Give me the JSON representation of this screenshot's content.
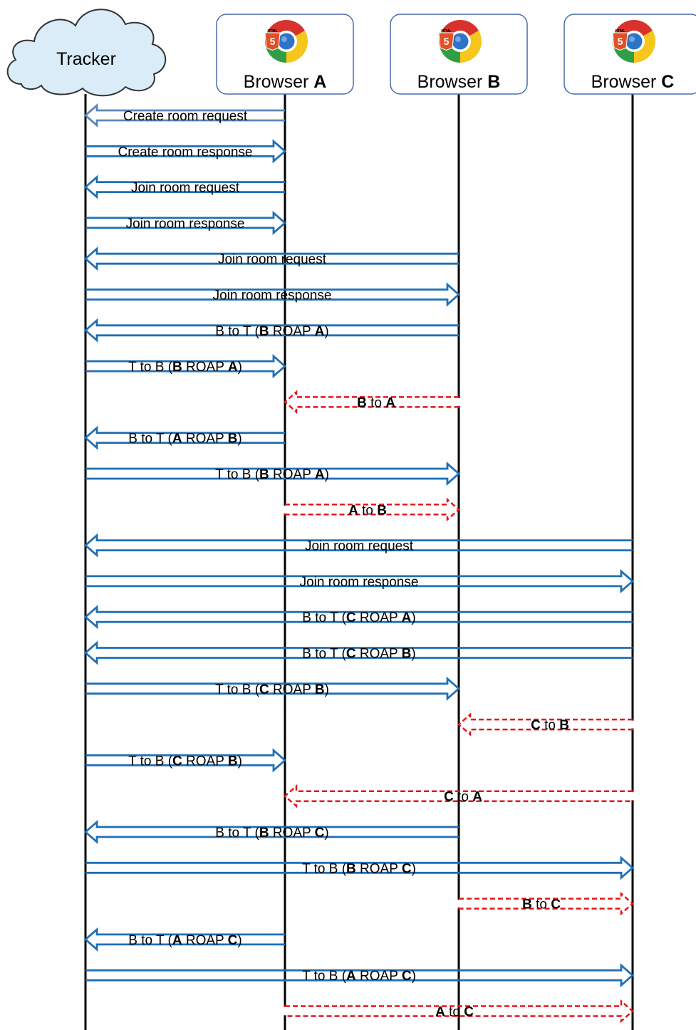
{
  "participants": [
    {
      "id": "T",
      "label": "Tracker",
      "shape": "cloud",
      "icon": "cloud-icon"
    },
    {
      "id": "A",
      "label": "Browser A",
      "label_plain": "Browser ",
      "label_bold": "A",
      "shape": "box",
      "icon": "chrome-html5-logo"
    },
    {
      "id": "B",
      "label": "Browser B",
      "label_plain": "Browser ",
      "label_bold": "B",
      "shape": "box",
      "icon": "chrome-html5-logo"
    },
    {
      "id": "C",
      "label": "Browser C",
      "label_plain": "Browser ",
      "label_bold": "C",
      "shape": "box",
      "icon": "chrome-html5-logo"
    }
  ],
  "colors": {
    "server_arrow": "#1f6fb5",
    "first_arrow": "#5b86b8",
    "p2p_arrow": "#e8141b",
    "lifeline": "#000000",
    "box_border": "#4a6da8",
    "cloud_fill": "#d9ecf7",
    "cloud_stroke": "#333333"
  },
  "messages": [
    {
      "from": "A",
      "to": "T",
      "type": "server",
      "text": "Create room request"
    },
    {
      "from": "T",
      "to": "A",
      "type": "server",
      "text": "Create room response"
    },
    {
      "from": "A",
      "to": "T",
      "type": "server",
      "text": "Join room request"
    },
    {
      "from": "T",
      "to": "A",
      "type": "server",
      "text": "Join room response"
    },
    {
      "from": "B",
      "to": "T",
      "type": "server",
      "text": "Join room request"
    },
    {
      "from": "T",
      "to": "B",
      "type": "server",
      "text": "Join room response"
    },
    {
      "from": "B",
      "to": "T",
      "type": "server",
      "text": "B to T (B ROAP A)",
      "parts": [
        [
          "B to T (",
          0
        ],
        [
          "B",
          1
        ],
        [
          " ROAP ",
          0
        ],
        [
          "A",
          1
        ],
        [
          ")",
          0
        ]
      ]
    },
    {
      "from": "T",
      "to": "A",
      "type": "server",
      "text": "T to B (B ROAP A)",
      "parts": [
        [
          "T to B (",
          0
        ],
        [
          "B",
          1
        ],
        [
          " ROAP ",
          0
        ],
        [
          "A",
          1
        ],
        [
          ")",
          0
        ]
      ]
    },
    {
      "from": "B",
      "to": "A",
      "type": "p2p",
      "text": "B to A",
      "parts": [
        [
          "B",
          1
        ],
        [
          " to ",
          0
        ],
        [
          "A",
          1
        ]
      ]
    },
    {
      "from": "A",
      "to": "T",
      "type": "server",
      "text": "B to T (A ROAP B)",
      "parts": [
        [
          "B to T (",
          0
        ],
        [
          "A",
          1
        ],
        [
          " ROAP ",
          0
        ],
        [
          "B",
          1
        ],
        [
          ")",
          0
        ]
      ]
    },
    {
      "from": "T",
      "to": "B",
      "type": "server",
      "text": "T to B (B ROAP A)",
      "parts": [
        [
          "T to B (",
          0
        ],
        [
          "B",
          1
        ],
        [
          " ROAP ",
          0
        ],
        [
          "A",
          1
        ],
        [
          ")",
          0
        ]
      ]
    },
    {
      "from": "A",
      "to": "B",
      "type": "p2p",
      "text": "A to B",
      "parts": [
        [
          "A",
          1
        ],
        [
          " to ",
          0
        ],
        [
          "B",
          1
        ]
      ]
    },
    {
      "from": "C",
      "to": "T",
      "type": "server",
      "text": "Join room request"
    },
    {
      "from": "T",
      "to": "C",
      "type": "server",
      "text": "Join room response"
    },
    {
      "from": "C",
      "to": "T",
      "type": "server",
      "text": "B to T (C ROAP A)",
      "parts": [
        [
          "B to T (",
          0
        ],
        [
          "C",
          1
        ],
        [
          " ROAP ",
          0
        ],
        [
          "A",
          1
        ],
        [
          ")",
          0
        ]
      ]
    },
    {
      "from": "C",
      "to": "T",
      "type": "server",
      "text": "B to T (C ROAP B)",
      "parts": [
        [
          "B to T (",
          0
        ],
        [
          "C",
          1
        ],
        [
          " ROAP ",
          0
        ],
        [
          "B",
          1
        ],
        [
          ")",
          0
        ]
      ]
    },
    {
      "from": "T",
      "to": "B",
      "type": "server",
      "text": "T to B (C ROAP B)",
      "parts": [
        [
          "T to B (",
          0
        ],
        [
          "C",
          1
        ],
        [
          " ROAP ",
          0
        ],
        [
          "B",
          1
        ],
        [
          ")",
          0
        ]
      ]
    },
    {
      "from": "C",
      "to": "B",
      "type": "p2p",
      "text": "C to B",
      "parts": [
        [
          "C",
          1
        ],
        [
          " to ",
          0
        ],
        [
          "B",
          1
        ]
      ]
    },
    {
      "from": "T",
      "to": "A",
      "type": "server",
      "text": "T to B (C ROAP B)",
      "parts": [
        [
          "T to B (",
          0
        ],
        [
          "C",
          1
        ],
        [
          " ROAP ",
          0
        ],
        [
          "B",
          1
        ],
        [
          ")",
          0
        ]
      ]
    },
    {
      "from": "C",
      "to": "A",
      "type": "p2p",
      "text": "C to A",
      "parts": [
        [
          "C",
          1
        ],
        [
          " to ",
          0
        ],
        [
          "A",
          1
        ]
      ]
    },
    {
      "from": "B",
      "to": "T",
      "type": "server",
      "text": "B to T (B ROAP C)",
      "parts": [
        [
          "B to T (",
          0
        ],
        [
          "B",
          1
        ],
        [
          " ROAP ",
          0
        ],
        [
          "C",
          1
        ],
        [
          ")",
          0
        ]
      ]
    },
    {
      "from": "T",
      "to": "C",
      "type": "server",
      "text": "T to B (B ROAP C)",
      "parts": [
        [
          "T to B (",
          0
        ],
        [
          "B",
          1
        ],
        [
          " ROAP ",
          0
        ],
        [
          "C",
          1
        ],
        [
          ")",
          0
        ]
      ]
    },
    {
      "from": "B",
      "to": "C",
      "type": "p2p",
      "text": "B to C",
      "parts": [
        [
          "B",
          1
        ],
        [
          " to ",
          0
        ],
        [
          "C",
          1
        ]
      ]
    },
    {
      "from": "A",
      "to": "T",
      "type": "server",
      "text": "B to T (A ROAP C)",
      "parts": [
        [
          "B to T (",
          0
        ],
        [
          "A",
          1
        ],
        [
          " ROAP ",
          0
        ],
        [
          "C",
          1
        ],
        [
          ")",
          0
        ]
      ]
    },
    {
      "from": "T",
      "to": "C",
      "type": "server",
      "text": "T to B (A ROAP C)",
      "parts": [
        [
          "T to B (",
          0
        ],
        [
          "A",
          1
        ],
        [
          " ROAP ",
          0
        ],
        [
          "C",
          1
        ],
        [
          ")",
          0
        ]
      ]
    },
    {
      "from": "A",
      "to": "C",
      "type": "p2p",
      "text": "A to C",
      "parts": [
        [
          "A",
          1
        ],
        [
          " to ",
          0
        ],
        [
          "C",
          1
        ]
      ]
    }
  ]
}
